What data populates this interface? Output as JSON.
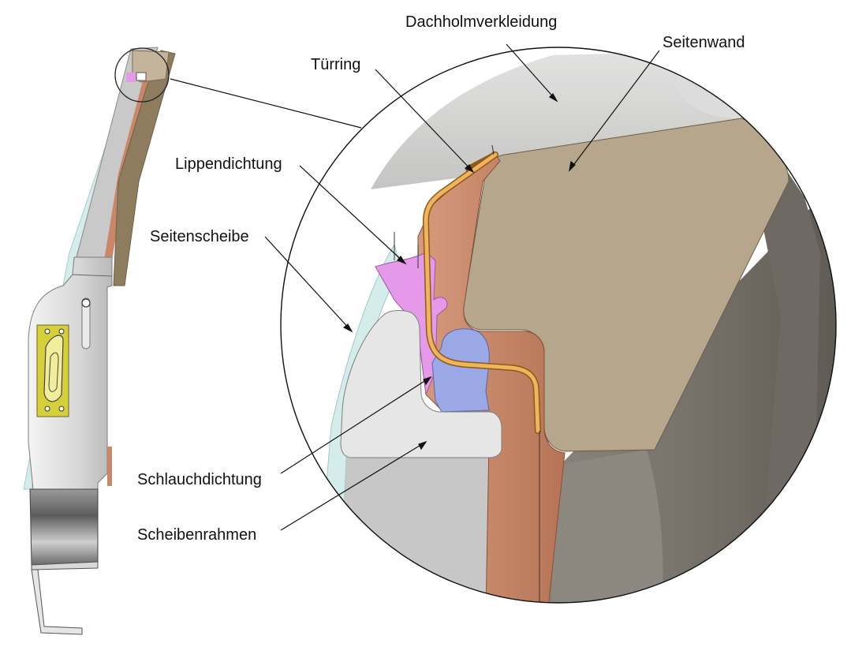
{
  "labels": {
    "dachholmverkleidung": "Dachholmverkleidung",
    "seitenwand": "Seitenwand",
    "tuerring": "Türring",
    "lippendichtung": "Lippendichtung",
    "seitenscheibe": "Seitenscheibe",
    "schlauchdichtung": "Schlauchdichtung",
    "scheibenrahmen": "Scheibenrahmen"
  },
  "colors": {
    "background": "#ffffff",
    "trim_gray": "#d0d0cf",
    "side_wall": "#b6a68b",
    "door_ring": "#f2b45a",
    "copper": "#c98668",
    "lip_seal": "#e49ae8",
    "tube_seal": "#9aa8e6",
    "window_frame": "#e6e6e6",
    "glass": "#d4ecea",
    "dark_body": "#716d66",
    "handle_yellow": "#d6cf3a"
  }
}
